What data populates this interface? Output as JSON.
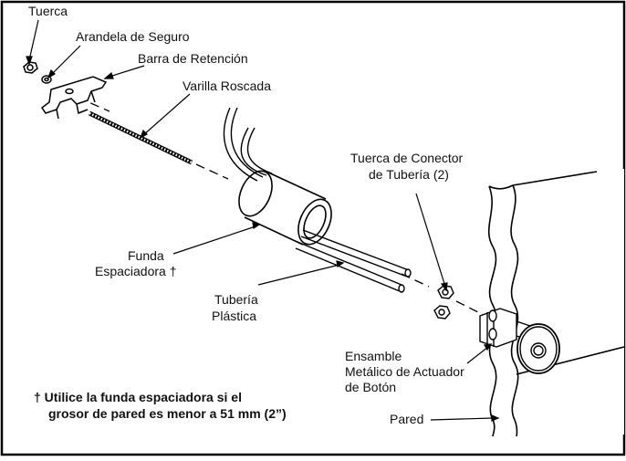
{
  "labels": {
    "tuerca": "Tuerca",
    "arandela": "Arandela de Seguro",
    "barra": "Barra de Retención",
    "varilla": "Varilla Roscada",
    "tuerca_conector_1": "Tuerca de Conector",
    "tuerca_conector_2": "de Tubería (2)",
    "funda_1": "Funda",
    "funda_2": "Espaciadora †",
    "tuberia_1": "Tubería",
    "tuberia_2": "Plástica",
    "ensamble_1": "Ensamble",
    "ensamble_2": "Metálico de Actuador",
    "ensamble_3": "de Botón",
    "pared": "Pared"
  },
  "note": {
    "line1": "† Utilice la funda espaciadora si el",
    "line2": "grosor de pared es menor a 51 mm (2”)"
  }
}
